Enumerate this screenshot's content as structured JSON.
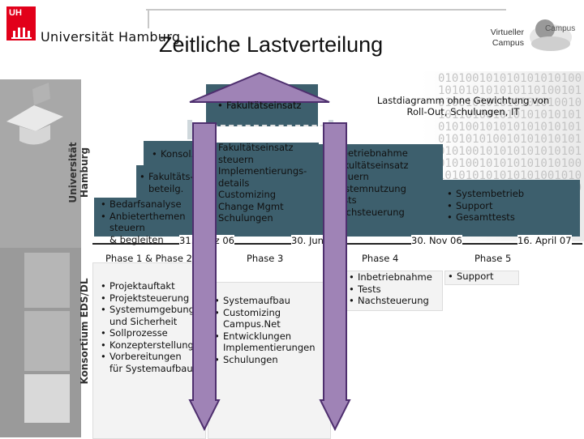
{
  "header": {
    "uni_logo_mark": "UH",
    "uni_name": "Universität Hamburg",
    "title": "Zeitliche Lastverteilung",
    "vc_logo_mark": "Campus",
    "vc_logo_text": "Virtueller Campus"
  },
  "side": {
    "label_uni": "Universität Hamburg",
    "label_konsortium": "Konsortium EDS/DL"
  },
  "diagram": {
    "top_label": "Fakultätseinsatz",
    "legend": "Lastdiagramm ohne Gewichtung von Roll-Out, Schulungen, IT",
    "step1_lines": [
      "Konsol."
    ],
    "step2_lines": [
      "Fakultäts-",
      "beteilg."
    ],
    "step3_lines": [
      "Bedarfsanalyse",
      "Anbieterthemen",
      "steuern",
      "& begleiten"
    ],
    "phase3_lines": [
      {
        "b": true,
        "t": "Fakultätseinsatz"
      },
      {
        "b": false,
        "t": "steuern"
      },
      {
        "b": true,
        "t": "Implementierungs-"
      },
      {
        "b": false,
        "t": "details"
      },
      {
        "b": true,
        "t": "Customizing"
      },
      {
        "b": true,
        "t": "Change Mgmt"
      },
      {
        "b": true,
        "t": "Schulungen"
      }
    ],
    "phase4_lines": [
      {
        "b": true,
        "t": "Inbetriebnahme"
      },
      {
        "b": true,
        "t": "Fakultätseinsatz"
      },
      {
        "b": false,
        "t": "steuern"
      },
      {
        "b": true,
        "t": "Systemnutzung"
      },
      {
        "b": true,
        "t": "Tests"
      },
      {
        "b": true,
        "t": "Nachsteuerung"
      }
    ],
    "phase5_lines": [
      {
        "b": true,
        "t": "Systembetrieb"
      },
      {
        "b": true,
        "t": "Support"
      },
      {
        "b": true,
        "t": "Gesamttests"
      }
    ],
    "date1": "31. März 06",
    "date2": "30. Juni 06",
    "date3": "30. Nov 06",
    "date4": "16. April 07",
    "phase_12": "Phase 1 & Phase 2",
    "phase_3": "Phase 3",
    "phase_4": "Phase 4",
    "phase_5": "Phase 5"
  },
  "tasks": {
    "col1": [
      {
        "b": true,
        "t": "Projektauftakt"
      },
      {
        "b": true,
        "t": "Projektsteuerung"
      },
      {
        "b": true,
        "t": "Systemumgebung"
      },
      {
        "b": false,
        "t": "und Sicherheit"
      },
      {
        "b": true,
        "t": "Sollprozesse"
      },
      {
        "b": true,
        "t": "Konzepterstellung"
      },
      {
        "b": true,
        "t": "Vorbereitungen"
      },
      {
        "b": false,
        "t": "für Systemaufbau"
      }
    ],
    "col2": [
      {
        "b": true,
        "t": "Systemaufbau"
      },
      {
        "b": true,
        "t": "Customizing"
      },
      {
        "b": false,
        "t": "Campus.Net"
      },
      {
        "b": true,
        "t": "Entwicklungen"
      },
      {
        "b": false,
        "t": "Implementierungen"
      },
      {
        "b": true,
        "t": "Schulungen"
      }
    ],
    "col3": [
      {
        "b": true,
        "t": "Inbetriebnahme"
      },
      {
        "b": true,
        "t": "Tests"
      },
      {
        "b": true,
        "t": "Nachsteuerung"
      }
    ],
    "col4": [
      {
        "b": true,
        "t": "Support"
      }
    ]
  },
  "colors": {
    "step_fill": "#3d5f6d",
    "arrow_fill": "#9f83b6",
    "arrow_stroke": "#4e2f6e",
    "task_box_fill": "#f3f3f3"
  }
}
